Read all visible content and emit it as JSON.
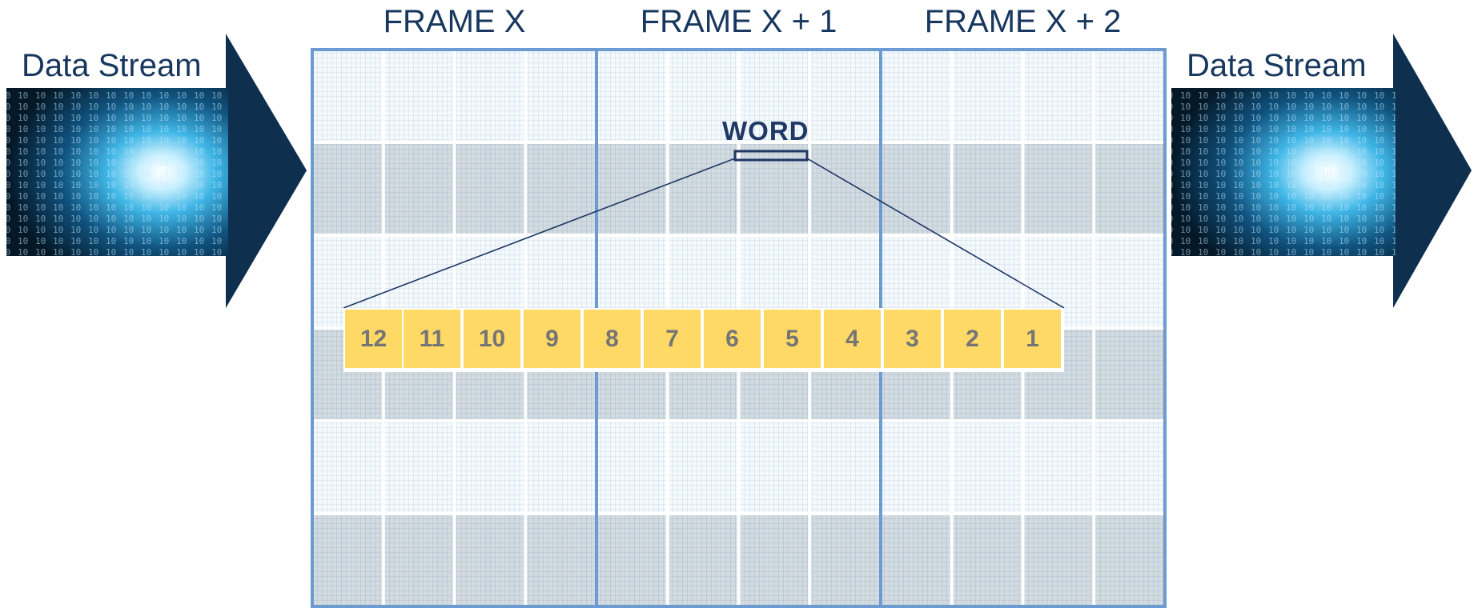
{
  "stream_left": {
    "label": "Data Stream",
    "icon": "binary-tunnel-image"
  },
  "stream_right": {
    "label": "Data Stream",
    "icon": "binary-tunnel-image"
  },
  "frames": [
    {
      "title": "FRAME X"
    },
    {
      "title": "FRAME X + 1"
    },
    {
      "title": "FRAME X + 2"
    }
  ],
  "word": {
    "label": "WORD"
  },
  "bytes": [
    "12",
    "11",
    "10",
    "9",
    "8",
    "7",
    "6",
    "5",
    "4",
    "3",
    "2",
    "1"
  ],
  "colors": {
    "frame_border": "#6b9bd1",
    "arrow": "#0f2f4f",
    "byte_fill": "#ffd966",
    "text": "#17375e",
    "light_cell": "#f3f8fb",
    "dark_cell": "#c9d3da"
  }
}
